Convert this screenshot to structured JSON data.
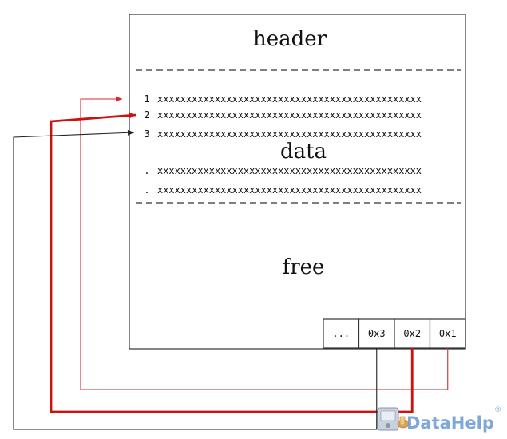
{
  "page": {
    "header_label": "header",
    "data_label": "data",
    "free_label": "free"
  },
  "rows": [
    {
      "number": "1",
      "content": "xxxxxxxxxxxxxxxxxxxxxxxxxxxxxxxxxxxxxxxxxxxxxx"
    },
    {
      "number": "2",
      "content": "xxxxxxxxxxxxxxxxxxxxxxxxxxxxxxxxxxxxxxxxxxxxxx"
    },
    {
      "number": "3",
      "content": "xxxxxxxxxxxxxxxxxxxxxxxxxxxxxxxxxxxxxxxxxxxxxx"
    },
    {
      "number": ".",
      "content": "xxxxxxxxxxxxxxxxxxxxxxxxxxxxxxxxxxxxxxxxxxxxxx"
    },
    {
      "number": ".",
      "content": "xxxxxxxxxxxxxxxxxxxxxxxxxxxxxxxxxxxxxxxxxxxxxx"
    }
  ],
  "slot_array": {
    "slots": [
      "...",
      "0x3",
      "0x2",
      "0x1"
    ]
  },
  "pointers": [
    {
      "from_slot": "0x1",
      "to_row": "1",
      "color": "#d62a2a",
      "weight": "thin"
    },
    {
      "from_slot": "0x2",
      "to_row": "2",
      "color": "#cc1111",
      "weight": "thick"
    },
    {
      "from_slot": "0x3",
      "to_row": "3",
      "color": "#222222",
      "weight": "thin"
    }
  ],
  "logo": {
    "text": "DataHelp",
    "registered_mark": "®",
    "color": "#6a9ad0",
    "icon": "drive-icon"
  }
}
